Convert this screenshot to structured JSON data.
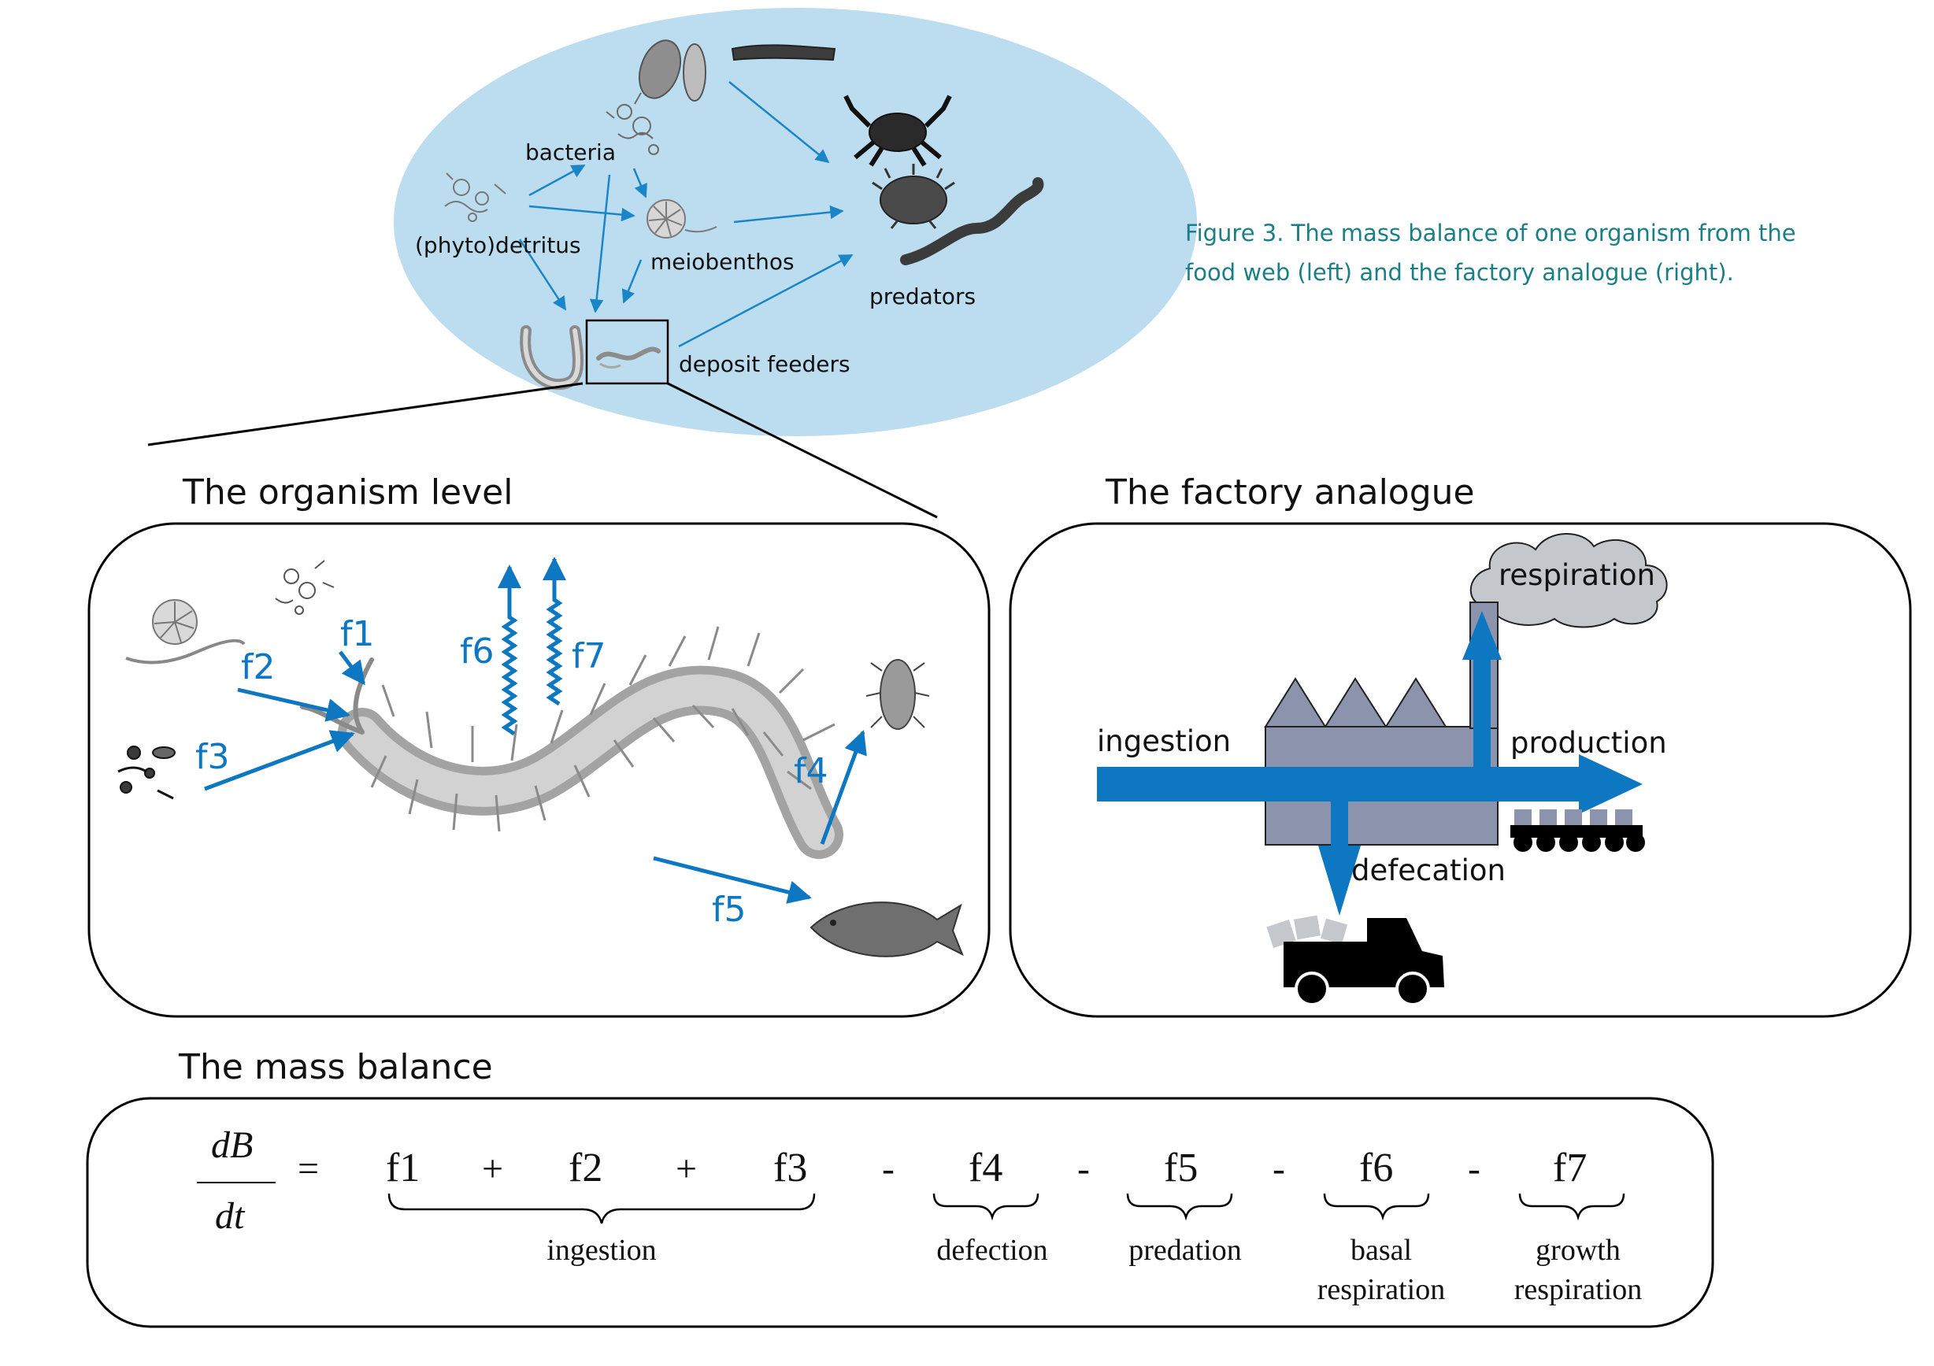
{
  "caption": {
    "line1": "Figure 3. The mass balance of one organism from the",
    "line2": "food web (left) and the factory analogue (right).",
    "color": "#1a7f86"
  },
  "colors": {
    "ellipse_fill": "#bcdcef",
    "flow_blue": "#0d77c2",
    "factory_fill": "#8b93ad",
    "cloud_fill": "#c4c7cc"
  },
  "food_web": {
    "labels": {
      "bacteria": "bacteria",
      "detritus": "(phyto)detritus",
      "meiobenthos": "meiobenthos",
      "predators": "predators",
      "deposit_feeders": "deposit feeders"
    }
  },
  "organism_panel": {
    "title": "The organism level",
    "flows": {
      "f1": "f1",
      "f2": "f2",
      "f3": "f3",
      "f4": "f4",
      "f5": "f5",
      "f6": "f6",
      "f7": "f7"
    }
  },
  "factory_panel": {
    "title": "The factory analogue",
    "labels": {
      "ingestion": "ingestion",
      "production": "production",
      "respiration": "respiration",
      "defecation": "defecation"
    }
  },
  "mass_balance": {
    "title": "The mass balance",
    "numerator": "dB",
    "denominator": "dt",
    "equals": "=",
    "terms": {
      "f1": "f1",
      "plus1": "+",
      "f2": "f2",
      "plus2": "+",
      "f3": "f3",
      "minus1": "-",
      "f4": "f4",
      "minus2": "-",
      "f5": "f5",
      "minus3": "-",
      "f6": "f6",
      "minus4": "-",
      "f7": "f7"
    },
    "brace_labels": {
      "ingestion": "ingestion",
      "defection": "defection",
      "predation": "predation",
      "basal_line1": "basal",
      "basal_line2": "respiration",
      "growth_line1": "growth",
      "growth_line2": "respiration"
    }
  }
}
